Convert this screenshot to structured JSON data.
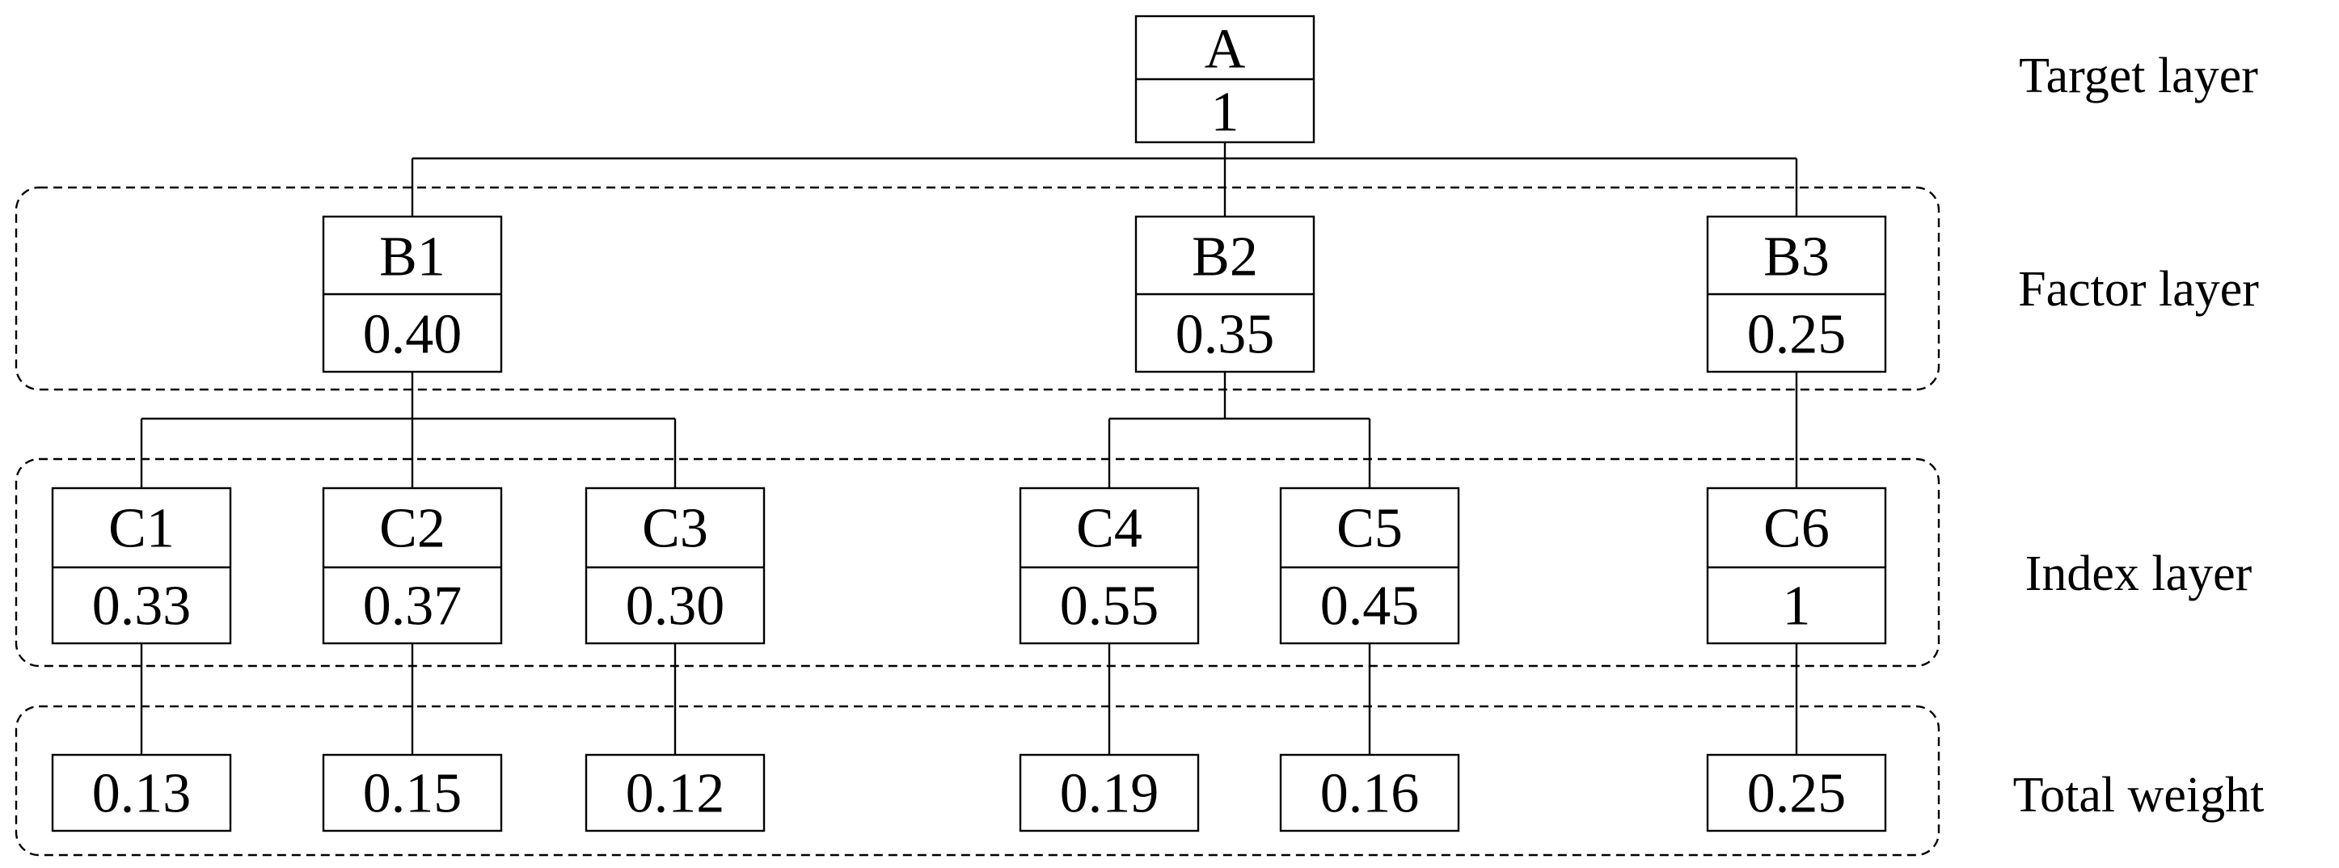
{
  "layers": {
    "target": "Target layer",
    "factor": "Factor layer",
    "index": "Index layer",
    "total": "Total weight"
  },
  "target": {
    "name": "A",
    "weight": "1"
  },
  "factors": [
    {
      "name": "B1",
      "weight": "0.40"
    },
    {
      "name": "B2",
      "weight": "0.35"
    },
    {
      "name": "B3",
      "weight": "0.25"
    }
  ],
  "indices": [
    {
      "name": "C1",
      "weight": "0.33",
      "total": "0.13"
    },
    {
      "name": "C2",
      "weight": "0.37",
      "total": "0.15"
    },
    {
      "name": "C3",
      "weight": "0.30",
      "total": "0.12"
    },
    {
      "name": "C4",
      "weight": "0.55",
      "total": "0.19"
    },
    {
      "name": "C5",
      "weight": "0.45",
      "total": "0.16"
    },
    {
      "name": "C6",
      "weight": "1",
      "total": "0.25"
    }
  ]
}
